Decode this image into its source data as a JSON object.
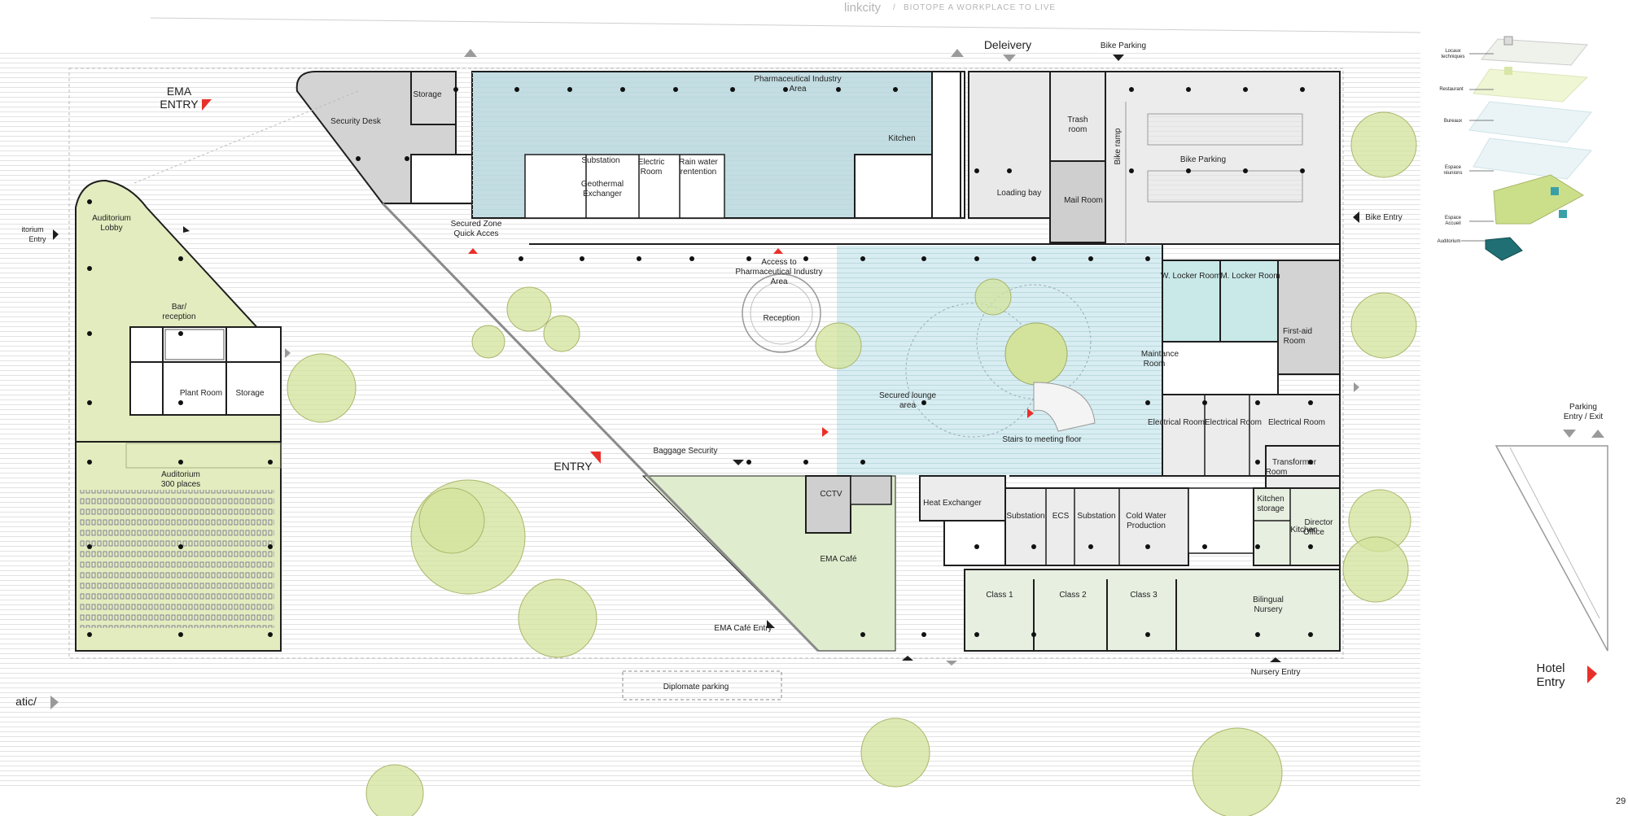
{
  "header": {
    "brand": "linkcity",
    "separator": "/",
    "tagline": "BIOTOPE A WORKPLACE TO LIVE"
  },
  "page_number": "29",
  "colors": {
    "auditorium": "#e3ecbf",
    "pharma": "#c3dde2",
    "service": "#d9d9da",
    "lounge": "#d7edf1",
    "cafe": "#dfeccd",
    "nursery": "#e7efe1",
    "tree": "#d3e39b",
    "arrow_red": "#e8302a",
    "arrow_gray": "#9a9a9a",
    "wall": "#1e1e1e"
  },
  "rooms": {
    "storage_top": "Storage",
    "security_desk": "Security Desk",
    "pharma_area_1": "Pharmaceutical Industry",
    "pharma_area_2": "Area",
    "kitchen_top": "Kitchen",
    "substation_top": "Substation",
    "geo_1": "Geothermal",
    "geo_2": "Exchanger",
    "electric_1": "Electric",
    "electric_2": "Room",
    "rain_1": "Rain water",
    "rain_2": "rentention",
    "secured_zone_1": "Secured Zone",
    "secured_zone_2": "Quick Acces",
    "loading_bay": "Loading bay",
    "trash_1": "Trash",
    "trash_2": "room",
    "mail_room": "Mail Room",
    "bike_ramp": "Bike ramp",
    "bike_parking_room": "Bike Parking",
    "auditorium_lobby_1": "Auditorium",
    "auditorium_lobby_2": "Lobby",
    "bar_1": "Bar/",
    "bar_2": "reception",
    "plant_room": "Plant Room",
    "storage_left": "Storage",
    "auditorium_1": "Auditorium",
    "auditorium_2": "300 places",
    "reception": "Reception",
    "access_1": "Access to",
    "access_2": "Pharmaceutical Industry",
    "access_3": "Area",
    "w_locker": "W. Locker Room",
    "m_locker": "M. Locker Room",
    "first_aid_1": "First-aid",
    "first_aid_2": "Room",
    "maintenance_1": "Maintance",
    "maintenance_2": "Room",
    "secured_lounge_1": "Secured lounge",
    "secured_lounge_2": "area",
    "stairs_meeting": "Stairs to meeting floor",
    "electrical_1": "Electrical Room",
    "electrical_2": "Electrical Room",
    "electrical_3": "Electrical Room",
    "transformer_1": "Transformer",
    "transformer_2": "Room",
    "baggage_security": "Baggage Security",
    "cctv": "CCTV",
    "ema_cafe": "EMA Café",
    "heat_exchanger": "Heat Exchanger",
    "substation_a": "Substation",
    "ecs": "ECS",
    "substation_b": "Substation",
    "cold_water_1": "Cold Water",
    "cold_water_2": "Production",
    "kitchen_storage_1": "Kitchen",
    "kitchen_storage_2": "storage",
    "kitchen_right": "Kitchen",
    "director_1": "Director",
    "director_2": "Office",
    "class_1": "Class 1",
    "class_2": "Class 2",
    "class_3": "Class 3",
    "bilingual_1": "Bilingual",
    "bilingual_2": "Nursery",
    "diplomate_parking": "Diplomate parking"
  },
  "entries": {
    "ema_1": "EMA",
    "ema_2": "ENTRY",
    "auditorium_1": "itorium",
    "auditorium_2": "Entry",
    "main": "ENTRY",
    "delivery": "Deleivery",
    "bike_parking_top": "Bike Parking",
    "bike_entry": "Bike Entry",
    "parking_1": "Parking",
    "parking_2": "Entry / Exit",
    "hotel_1": "Hotel",
    "hotel_2": "Entry",
    "ema_cafe_entry": "EMA Café Entry",
    "nursery_entry": "Nursery Entry",
    "left_edge": "atic/"
  },
  "legend": {
    "items": [
      {
        "l1": "Locaux",
        "l2": "techniques"
      },
      {
        "l1": "Restaurant",
        "l2": ""
      },
      {
        "l1": "Bureaux",
        "l2": ""
      },
      {
        "l1": "Espace",
        "l2": "réunions"
      },
      {
        "l1": "Espace",
        "l2": "Accueil"
      },
      {
        "l1": "Auditorium",
        "l2": ""
      }
    ]
  }
}
